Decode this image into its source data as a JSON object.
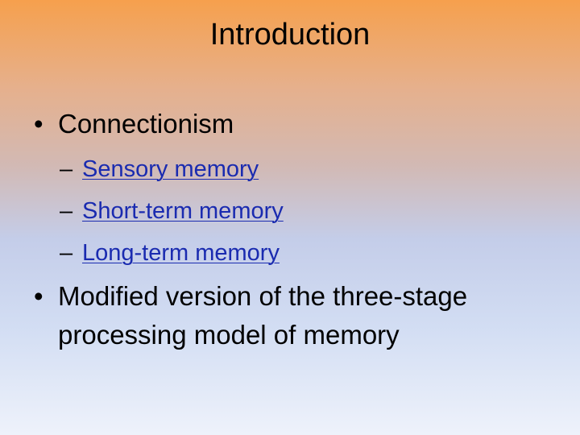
{
  "slide": {
    "title": "Introduction",
    "bullets": [
      {
        "marker": "•",
        "text": "Connectionism",
        "sub_items": [
          {
            "dash": "–",
            "text": "Sensory memory"
          },
          {
            "dash": "–",
            "text": "Short-term memory"
          },
          {
            "dash": "–",
            "text": "Long-term memory"
          }
        ]
      },
      {
        "marker": "•",
        "text": "Modified version of the three-stage processing model of memory"
      }
    ]
  },
  "colors": {
    "background_top": "#f6a04d",
    "background_bottom": "#eef2fb",
    "link": "#1a2bb0",
    "text": "#000000"
  }
}
